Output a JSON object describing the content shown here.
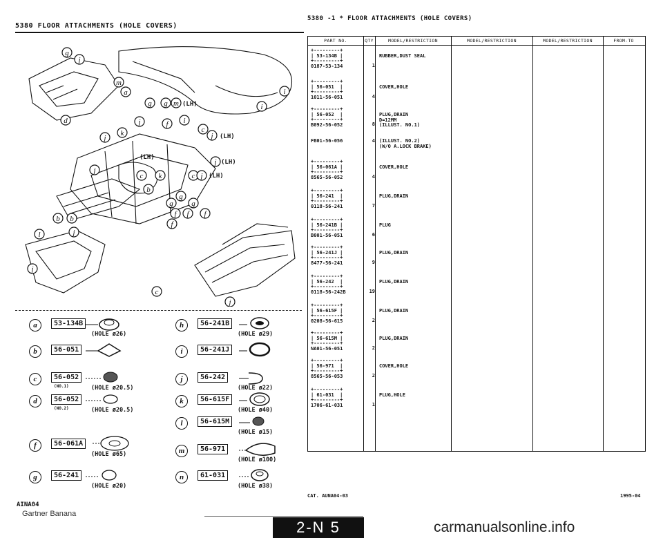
{
  "left_header": "5380   FLOOR ATTACHMENTS (HOLE COVERS)",
  "diagram_labels": [
    "(LH)",
    "(LH)",
    "(LH)",
    "(LH)",
    "(LH)"
  ],
  "legend": [
    {
      "letter": "a",
      "code": "53-134B",
      "note": "(HOLE ø26)",
      "sub": ""
    },
    {
      "letter": "b",
      "code": "56-051",
      "note": "",
      "sub": ""
    },
    {
      "letter": "c",
      "code": "56-052",
      "note": "(HOLE ø20.5)",
      "sub": "(NO.1)"
    },
    {
      "letter": "d",
      "code": "56-052",
      "note": "(HOLE ø20.5)",
      "sub": "(NO.2)"
    },
    {
      "letter": "f",
      "code": "56-061A",
      "note": "(HOLE ø65)",
      "sub": ""
    },
    {
      "letter": "g",
      "code": "56-241",
      "note": "(HOLE ø20)",
      "sub": ""
    },
    {
      "letter": "h",
      "code": "56-241B",
      "note": "(HOLE ø29)",
      "sub": ""
    },
    {
      "letter": "i",
      "code": "56-241J",
      "note": "",
      "sub": ""
    },
    {
      "letter": "j",
      "code": "56-242",
      "note": "(HOLE ø22)",
      "sub": ""
    },
    {
      "letter": "k",
      "code": "56-615F",
      "note": "(HOLE ø40)",
      "sub": ""
    },
    {
      "letter": "l",
      "code": "56-615M",
      "note": "(HOLE ø15)",
      "sub": ""
    },
    {
      "letter": "m",
      "code": "56-971",
      "note": "(HOLE ø100)",
      "sub": ""
    },
    {
      "letter": "n",
      "code": "61-031",
      "note": "(HOLE ø38)",
      "sub": ""
    }
  ],
  "left_footer": "AINA04",
  "right_header": "5380  -1 *  FLOOR ATTACHMENTS (HOLE COVERS)",
  "table_headers": [
    "PART NO.",
    "QTY",
    "MODEL/RESTRICTION",
    "MODEL/RESTRICTION",
    "MODEL/RESTRICTION",
    "FROM-TO"
  ],
  "rows": [
    {
      "pn": "+---------+\n| 53-134B |\n+---------+\n0187-53-134",
      "qty": "1",
      "desc": "RUBBER,DUST SEAL"
    },
    {
      "pn": "+---------+\n| 56-051  |\n+---------+\n1011-56-051",
      "qty": "4",
      "desc": "COVER,HOLE"
    },
    {
      "pn": "+---------+\n| 56-052  |\n+---------+\nB092-56-052",
      "qty": "8",
      "desc": "PLUG,DRAIN\nD=12MM\n(ILLUST. NO.1)"
    },
    {
      "pn": "FB01-56-056",
      "qty": "4",
      "desc": "(ILLUST. NO.2)\n(W/O A.LOCK BRAKE)"
    },
    {
      "pn": "+---------+\n| 56-061A |\n+---------+\n8565-56-052",
      "qty": "4",
      "desc": "COVER,HOLE"
    },
    {
      "pn": "+---------+\n| 56-241  |\n+---------+\n0118-56-241",
      "qty": "7",
      "desc": "PLUG,DRAIN"
    },
    {
      "pn": "+---------+\n| 56-241B |\n+---------+\nB001-56-051",
      "qty": "6",
      "desc": "PLUG"
    },
    {
      "pn": "+---------+\n| 56-241J |\n+---------+\n8477-56-241",
      "qty": "9",
      "desc": "PLUG,DRAIN"
    },
    {
      "pn": "+---------+\n| 56-242  |\n+---------+\n0118-56-242B",
      "qty": "19",
      "desc": "PLUG,DRAIN"
    },
    {
      "pn": "+---------+\n| 56-615F |\n+---------+\n0208-56-615",
      "qty": "2",
      "desc": "PLUG,DRAIN"
    },
    {
      "pn": "+---------+\n| 56-615M |\n+---------+\nNA01-56-051",
      "qty": "2",
      "desc": "PLUG,DRAIN"
    },
    {
      "pn": "+---------+\n| 56-971  |\n+---------+\n8565-56-053",
      "qty": "2",
      "desc": "COVER,HOLE"
    },
    {
      "pn": "+---------+\n| 61-031  |\n+---------+\n1706-61-031",
      "qty": "1",
      "desc": "PLUG,HOLE"
    }
  ],
  "right_footer_left": "CAT. AUNA04-03",
  "right_footer_right": "1995-04",
  "watermark": "Gartner Banana",
  "page_tab": "2-N 5",
  "site": "carmanualsonline.info"
}
